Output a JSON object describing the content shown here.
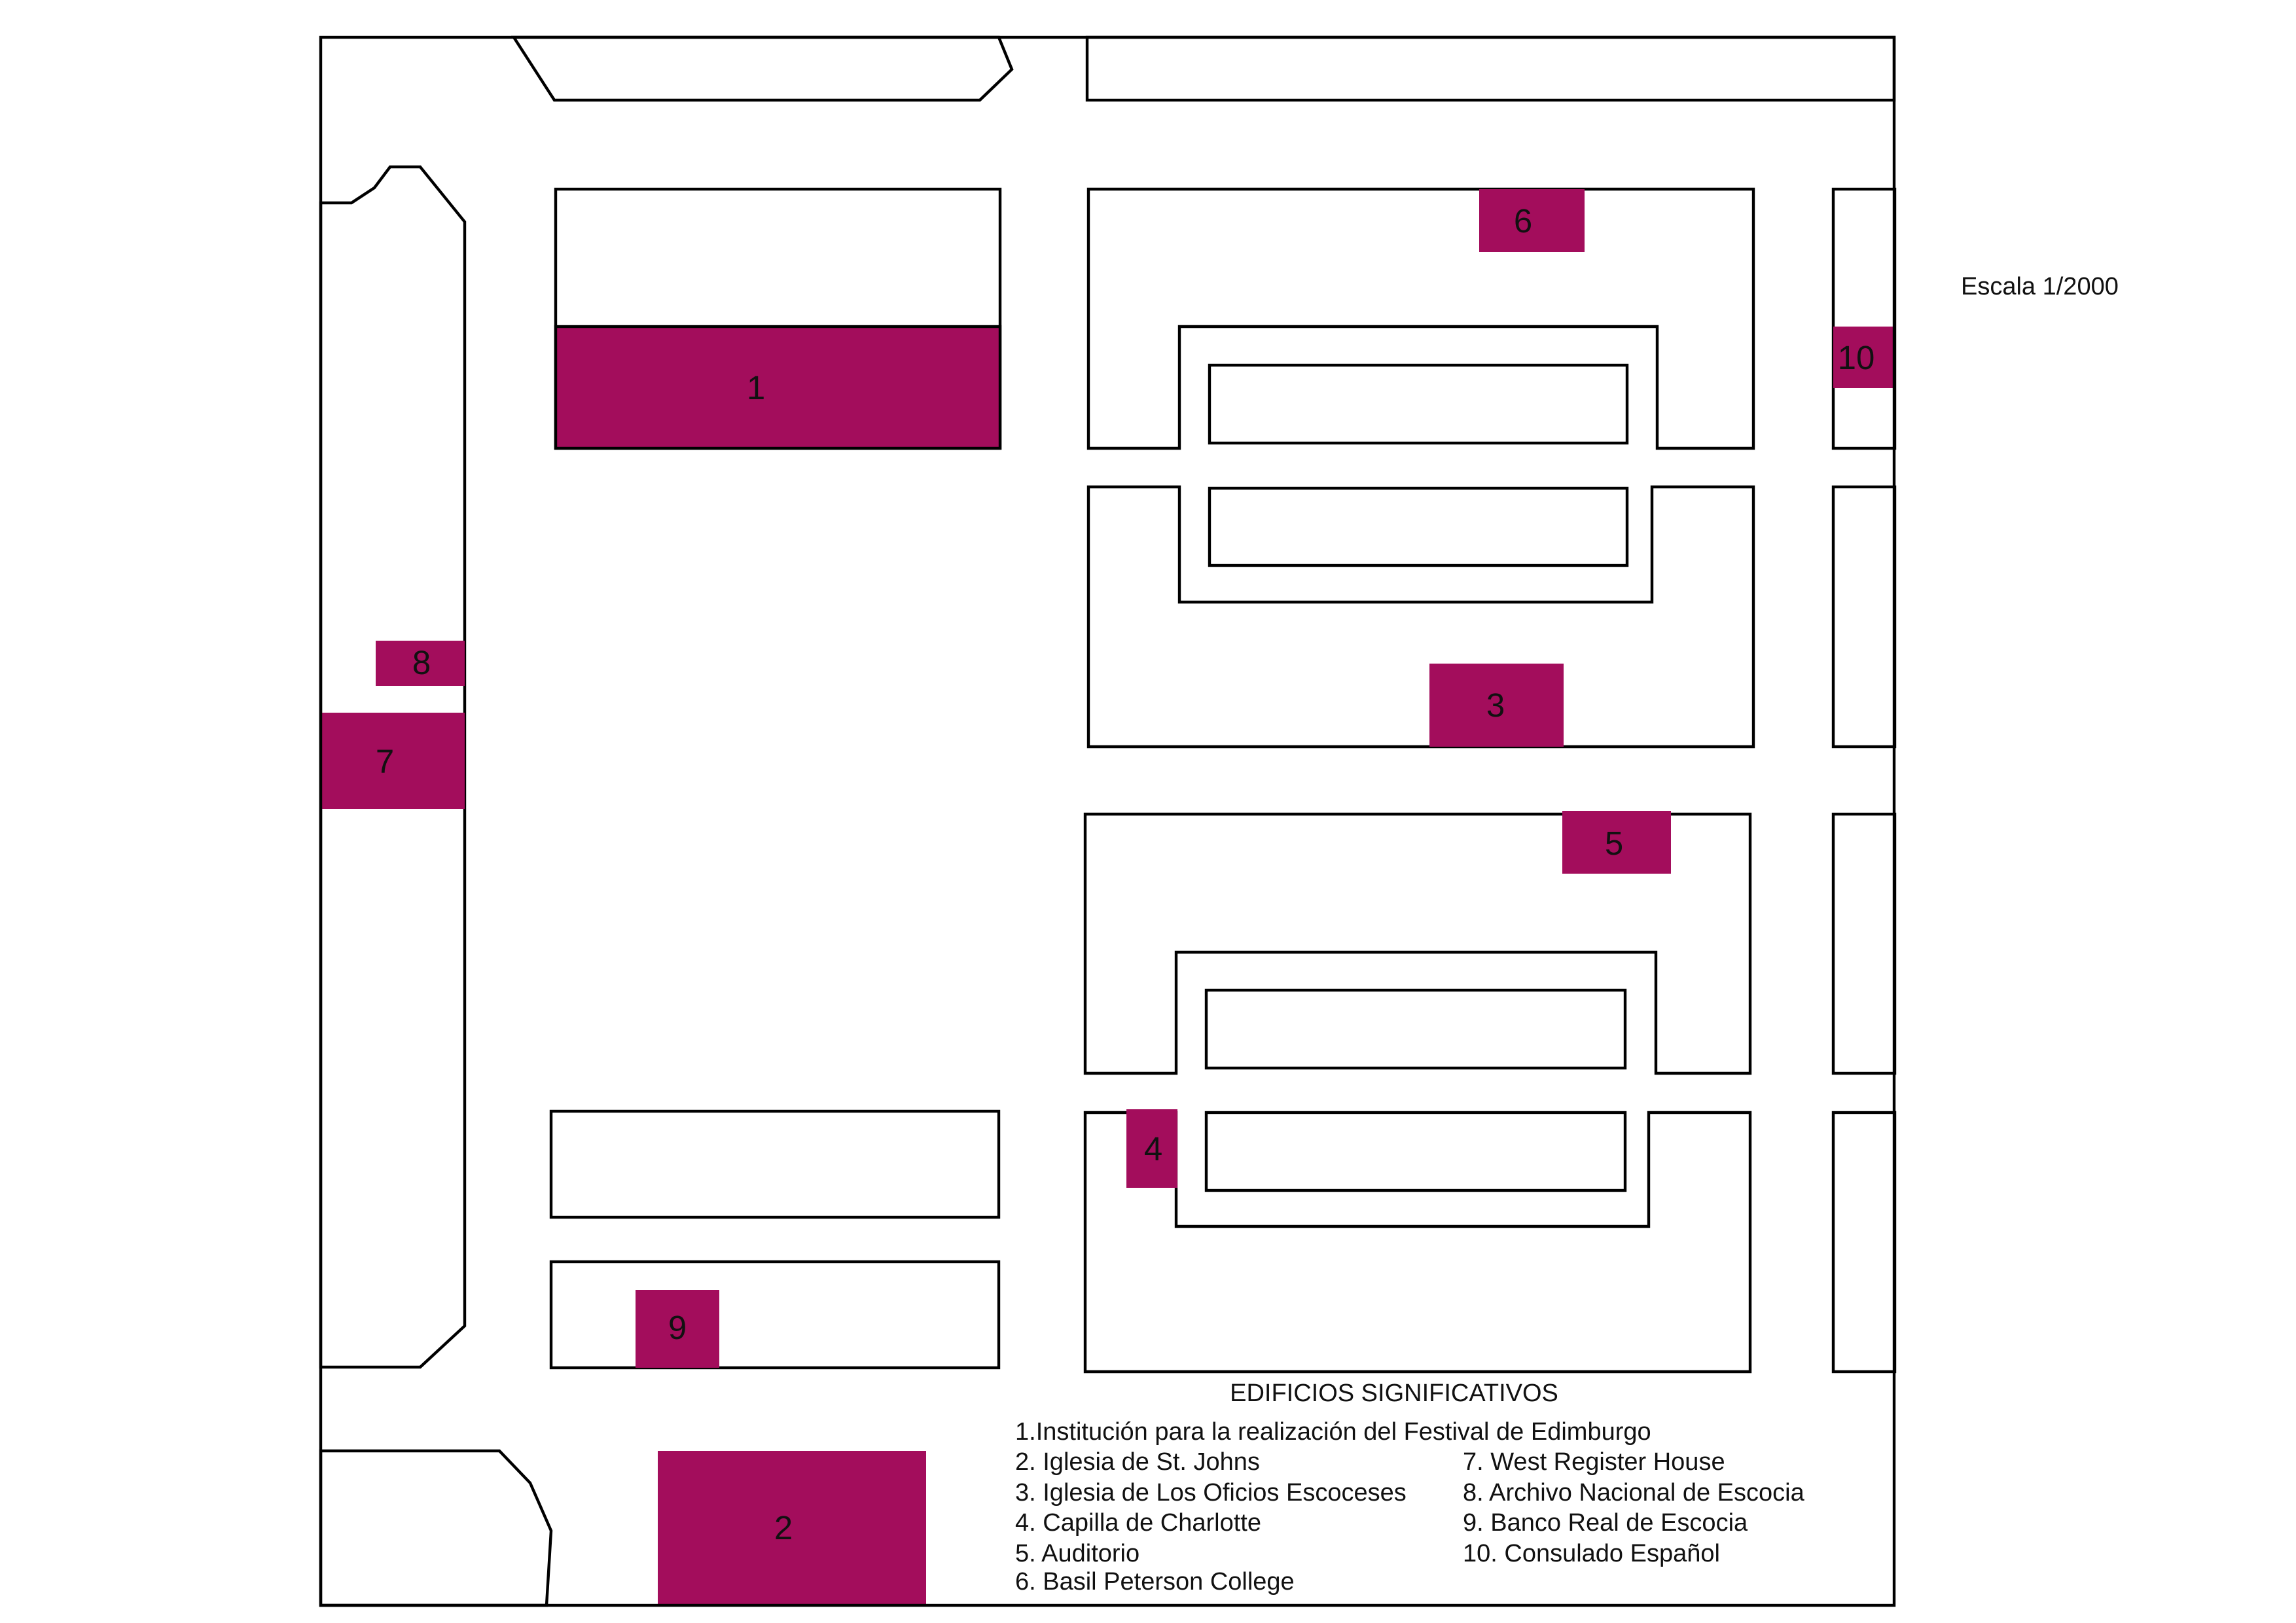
{
  "colors": {
    "highlight": "#a30d5c",
    "line": "#000000",
    "background": "#ffffff"
  },
  "scale_label": "Escala 1/2000",
  "legend": {
    "title": "EDIFICIOS SIGNIFICATIVOS",
    "items": [
      "1.Institución para la realización del Festival de Edimburgo",
      "2. Iglesia de St. Johns",
      "3. Iglesia de Los Oficios Escoceses",
      "4. Capilla de Charlotte",
      "5. Auditorio",
      "6. Basil Peterson College",
      "7. West Register House",
      "8. Archivo Nacional de Escocia",
      "9. Banco Real de Escocia",
      "10. Consulado Español"
    ]
  },
  "buildings": [
    {
      "label": "1"
    },
    {
      "label": "2"
    },
    {
      "label": "3"
    },
    {
      "label": "4"
    },
    {
      "label": "5"
    },
    {
      "label": "6"
    },
    {
      "label": "7"
    },
    {
      "label": "8"
    },
    {
      "label": "9"
    },
    {
      "label": "10"
    }
  ]
}
